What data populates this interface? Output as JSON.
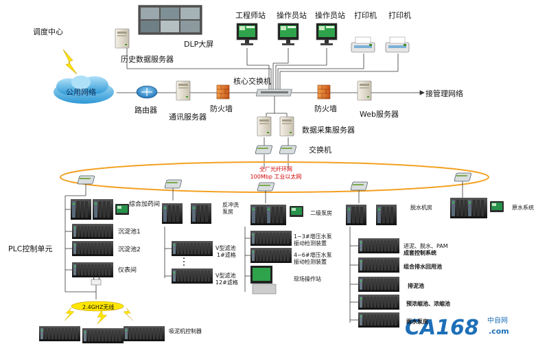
{
  "labels": {
    "dispatch_center": "调度中心",
    "public_network": "公用网络",
    "router": "路由器",
    "comm_server": "通讯服务器",
    "firewall_left": "防火墙",
    "history_server": "历史数据服务器",
    "dlp_screen": "DLP大屏",
    "engineer_station": "工程师站",
    "operator_station_1": "操作员站",
    "operator_station_2": "操作员站",
    "printer_1": "打印机",
    "printer_2": "打印机",
    "core_switch": "核心交换机",
    "firewall_right": "防火墙",
    "web_server": "Web服务器",
    "mgmt_network": "接管理网络",
    "data_acq_server": "数据采集服务器",
    "switch": "交换机",
    "ring_line1": "全厂光纤环网",
    "ring_line2": "100Mbp 工业以太网",
    "plc_unit": "PLC控制单元",
    "building_integrated": "综合加药间",
    "sed_tank_1": "沉淀池1",
    "sed_tank_2": "沉淀池2",
    "instrument_room": "仪表间",
    "wireless": "2.4GHZ无线",
    "suction_control": "吸泥机控制器",
    "backwash_room_1": "反冲洗",
    "backwash_room_2": "泵房",
    "v_filter_1a": "V型滤池",
    "v_filter_1b": "1#滤格",
    "v_filter_12a": "V型滤池",
    "v_filter_12b": "12#滤格",
    "pump_room_2": "二级泵房",
    "booster_1a": "1~3#增压水泵",
    "booster_1b": "振动检测装置",
    "booster_2a": "4~6#增压水泵",
    "booster_2b": "振动检测装置",
    "field_station": "现场操作站",
    "dewatering_room": "脱水机房",
    "inflow_1": "进泥、脱水、PAM",
    "inflow_2": "成套控制系统",
    "drain_pool": "组合排水回用池",
    "sludge_pool": "排泥池",
    "pre_thicken": "预浓缩池、浓缩池",
    "rain_room": "雨水泵房",
    "raw_water": "原水系统"
  },
  "watermark": {
    "brand": "CA168",
    "brand_dot": ".com",
    "brand_cn": "中自网"
  }
}
